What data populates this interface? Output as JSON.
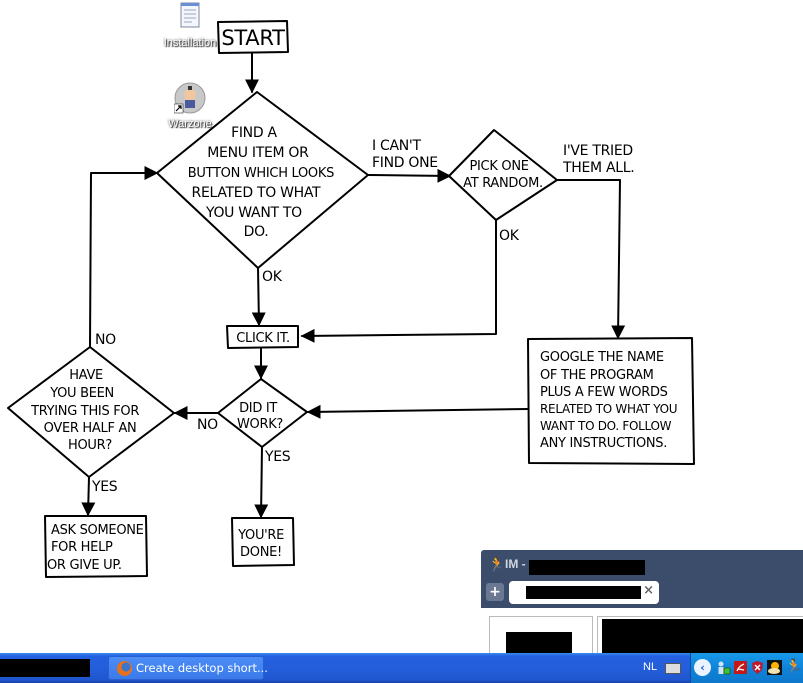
{
  "desktop": {
    "icons": [
      {
        "label": "Installation",
        "icon": "notepad-document-icon"
      },
      {
        "label": "Warzone",
        "icon": "warzone-shortcut-icon"
      }
    ]
  },
  "flowchart": {
    "nodes": {
      "start": "START",
      "find_lines": [
        "FIND A",
        "MENU ITEM OR",
        "BUTTON WHICH LOOKS",
        "RELATED TO WHAT",
        "YOU WANT TO",
        "DO."
      ],
      "pick_lines": [
        "PICK ONE",
        "AT RANDOM."
      ],
      "click": "CLICK IT.",
      "did_lines": [
        "DID IT",
        "WORK?"
      ],
      "google_lines": [
        "GOOGLE THE NAME",
        "OF THE  PROGRAM",
        "PLUS  A FEW WORDS",
        "RELATED TO WHAT YOU",
        "WANT TO DO.  FOLLOW",
        "ANY INSTRUCTIONS."
      ],
      "half_lines": [
        "HAVE",
        "YOU BEEN",
        "TRYING THIS FOR",
        "OVER HALF AN",
        "HOUR?"
      ],
      "ask_lines": [
        "ASK SOMEONE",
        "FOR HELP",
        "OR GIVE UP."
      ],
      "done_lines": [
        "YOU'RE",
        "DONE!"
      ]
    },
    "edges": {
      "cant_find": [
        "I CAN'T",
        "FIND ONE"
      ],
      "tried_all": [
        "I'VE TRIED",
        "THEM ALL."
      ],
      "ok_find": "OK",
      "ok_pick": "OK",
      "no_work": "NO",
      "yes_work": "YES",
      "no_half": "NO",
      "yes_half": "YES"
    }
  },
  "im_window": {
    "title_prefix": "IM -",
    "add_tab": "+",
    "tab_close": "×"
  },
  "taskbar": {
    "tasks": [
      {
        "label": "Create desktop short...",
        "icon": "firefox-icon"
      }
    ],
    "tray": {
      "language": "NL",
      "show_hidden": "‹",
      "icons": [
        "keyboard-icon",
        "network-user-icon",
        "acrobat-icon",
        "security-shield-icon",
        "weather-icon",
        "aim-icon"
      ]
    }
  }
}
